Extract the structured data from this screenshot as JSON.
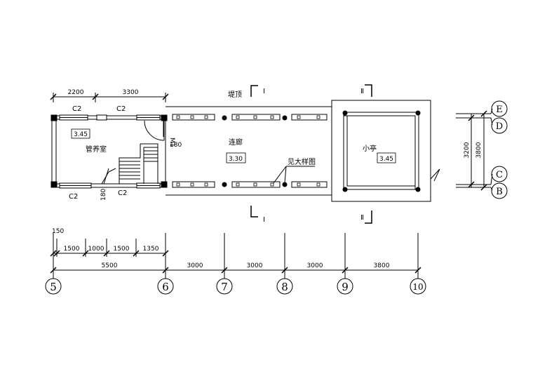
{
  "top_dims": [
    "2200",
    "3300"
  ],
  "windows": {
    "top_left": "C2",
    "top_right": "C2",
    "bottom_left": "C2",
    "bottom_right": "C2"
  },
  "rooms": {
    "maintenance": "管养室",
    "maintenance_level": "3.45",
    "corridor": "连廊",
    "corridor_level": "3.30",
    "pavilion": "小亭",
    "pavilion_level": "3.45"
  },
  "door": {
    "label": "M1",
    "dim": "180"
  },
  "stair_dim": "180",
  "annotations": {
    "dike_top": "堤顶",
    "see_detail": "见大样图"
  },
  "section_marks": {
    "top_I": "I",
    "bottom_I": "I",
    "top_II": "Ⅱ",
    "bottom_II": "Ⅱ"
  },
  "bottom_dims_row1": [
    "150",
    "1500",
    "1000",
    "1500",
    "1350"
  ],
  "bottom_dims_row2": [
    "5500",
    "3000",
    "3000",
    "3000",
    "3800"
  ],
  "axis_labels_x": [
    "5",
    "6",
    "7",
    "8",
    "9",
    "10"
  ],
  "right_dims": [
    "3200",
    "3800"
  ],
  "axis_labels_y": [
    "E",
    "D",
    "C",
    "B"
  ]
}
